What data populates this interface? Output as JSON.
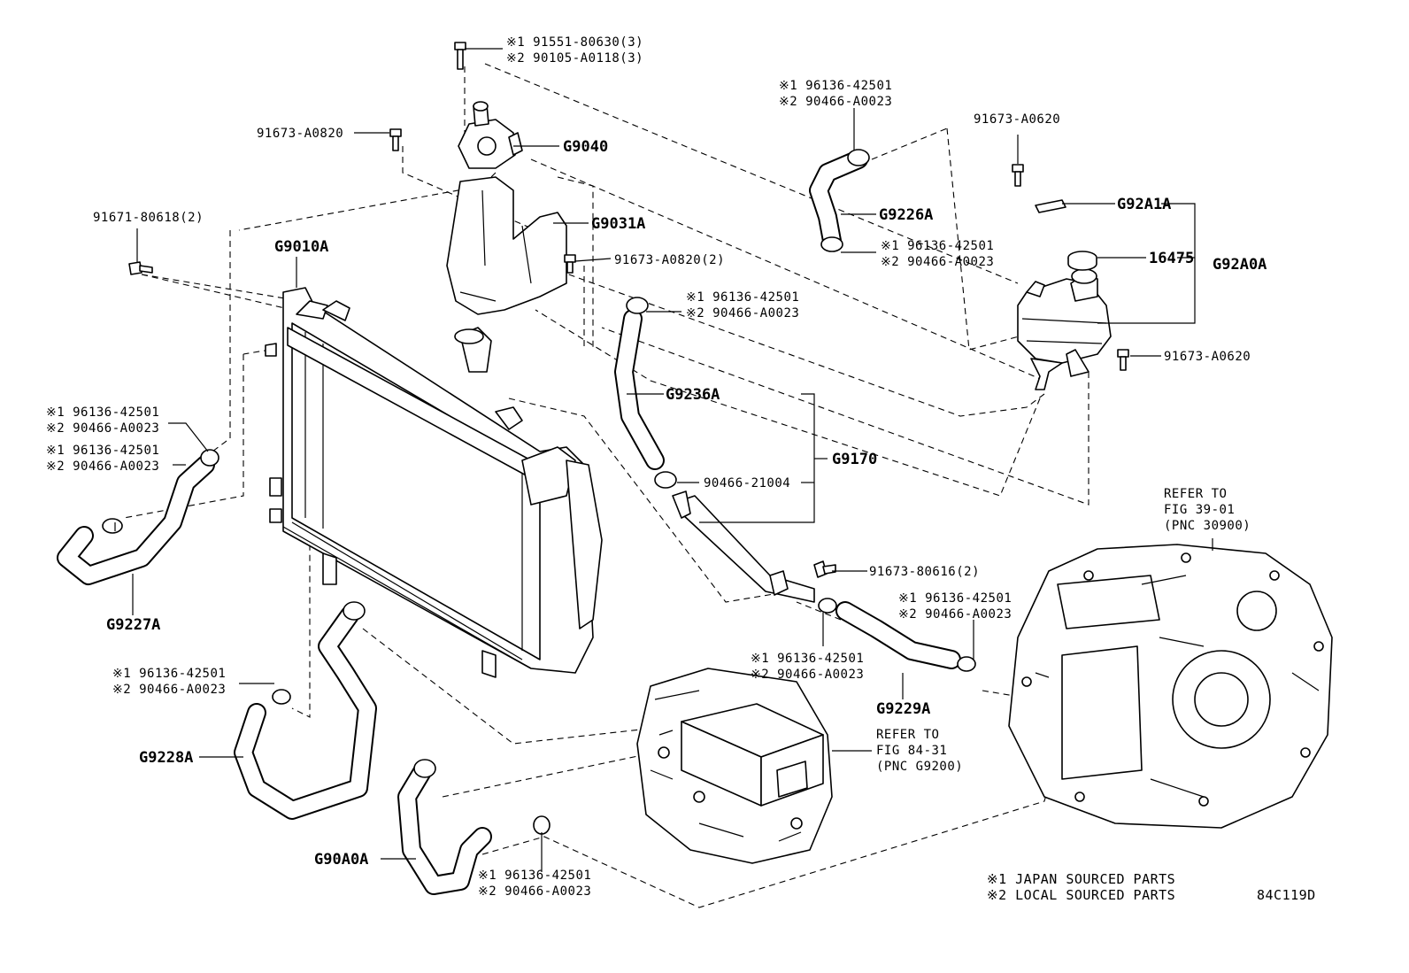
{
  "labels": {
    "bolt_top_1": "※1 91551-80630(3)",
    "bolt_top_2": "※2 90105-A0118(3)",
    "g9040": "G9040",
    "b91673_a0820": "91673-A0820",
    "g9031a": "G9031A",
    "b91671": "91671-80618(2)",
    "g9010a": "G9010A",
    "b91673_a0820_2": "91673-A0820(2)",
    "clamp_g9226_top_1": "※1 96136-42501",
    "clamp_g9226_top_2": "※2 90466-A0023",
    "g9226a": "G9226A",
    "clamp_g9226_bot_1": "※1 96136-42501",
    "clamp_g9226_bot_2": "※2 90466-A0023",
    "clamp_g9236_1": "※1 96136-42501",
    "clamp_g9236_2": "※2 90466-A0023",
    "g9236a": "G9236A",
    "c90466_21004": "90466-21004",
    "g9170": "G9170",
    "b91673_80616": "91673-80616(2)",
    "clamp_g9229_mid_1": "※1 96136-42501",
    "clamp_g9229_mid_2": "※2 90466-A0023",
    "g9229a": "G9229A",
    "clamp_g9229_right_1": "※1 96136-42501",
    "clamp_g9229_right_2": "※2 90466-A0023",
    "b91673_a0620_top": "91673-A0620",
    "g92a1a": "G92A1A",
    "p16475": "16475",
    "g92a0a": "G92A0A",
    "b91673_a0620_right": "91673-A0620",
    "clamp_g9227_a1": "※1 96136-42501",
    "clamp_g9227_a2": "※2 90466-A0023",
    "clamp_g9227_b1": "※1 96136-42501",
    "clamp_g9227_b2": "※2 90466-A0023",
    "g9227a": "G9227A",
    "clamp_g9228_1": "※1 96136-42501",
    "clamp_g9228_2": "※2 90466-A0023",
    "g9228a": "G9228A",
    "g90a0a": "G90A0A",
    "clamp_g90a0_1": "※1 96136-42501",
    "clamp_g90a0_2": "※2 90466-A0023",
    "refer_8431_1": "REFER TO",
    "refer_8431_2": "FIG 84-31",
    "refer_8431_3": "(PNC G9200)",
    "refer_3901_1": "REFER TO",
    "refer_3901_2": "FIG 39-01",
    "refer_3901_3": "(PNC 30900)"
  },
  "legend": {
    "note1": "※1 JAPAN SOURCED PARTS",
    "note2": "※2 LOCAL SOURCED PARTS"
  },
  "figure_code": "84C119D"
}
